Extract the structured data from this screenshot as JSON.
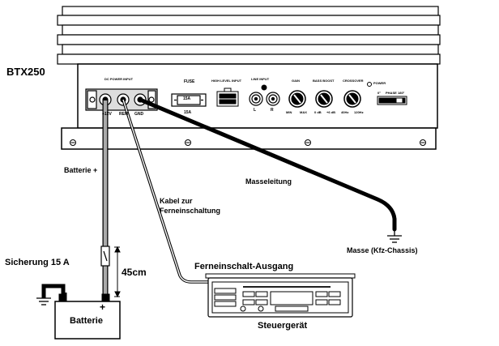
{
  "model": "BTX250",
  "panel": {
    "dc_power_input": "DC POWER INPUT",
    "terminal_12v": "+12V",
    "terminal_rem": "REM",
    "terminal_gnd": "GND",
    "fuse_title": "FUSE",
    "fuse_value": "15A",
    "fuse_rating": "15A",
    "high_level_input": "HIGH LEVEL INPUT",
    "line_input": "LINE INPUT",
    "line_l": "L",
    "line_r": "R",
    "gain": "GAIN",
    "gain_min": "MIN",
    "gain_max": "MAX",
    "bass_boost": "BASS BOOST",
    "bass_min": "0 dB",
    "bass_max": "+6 dB",
    "crossover": "CROSSOVER",
    "crossover_min": "40Hz",
    "crossover_max": "120Hz",
    "power": "POWER",
    "phase_label": "PHASE",
    "phase_0": "0°",
    "phase_180": "180°"
  },
  "labels": {
    "battery_plus": "Batterie +",
    "ground_lead": "Masseleitung",
    "remote_cable_line1": "Kabel zur",
    "remote_cable_line2": "Ferneinschaltung",
    "chassis_ground": "Masse (Kfz-Chassis)",
    "fuse_label": "Sicherung 15 A",
    "distance": "45cm",
    "remote_output": "Ferneinschalt-Ausgang",
    "battery": "Batterie",
    "battery_minus": "-",
    "battery_plus_sign": "+",
    "head_unit": "Steuergerät"
  }
}
